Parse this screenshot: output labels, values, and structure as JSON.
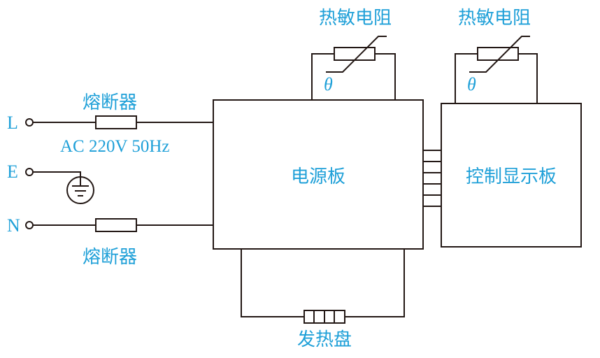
{
  "colors": {
    "label": "#1fa0d8",
    "line": "#231815",
    "background": "#ffffff"
  },
  "terminals": {
    "live": "L",
    "earth": "E",
    "neutral": "N"
  },
  "fuse_top_label": "熔断器",
  "fuse_bottom_label": "熔断器",
  "supply_label": "AC 220V 50Hz",
  "thermistor_left": {
    "label": "热敏电阻",
    "symbol": "θ"
  },
  "thermistor_right": {
    "label": "热敏电阻",
    "symbol": "θ"
  },
  "power_board_label": "电源板",
  "control_board_label": "控制显示板",
  "heating_plate_label": "发热盘",
  "icons": [
    "ground-icon",
    "fuse-icon",
    "thermistor-icon",
    "heating-element-icon",
    "connector-icon"
  ]
}
